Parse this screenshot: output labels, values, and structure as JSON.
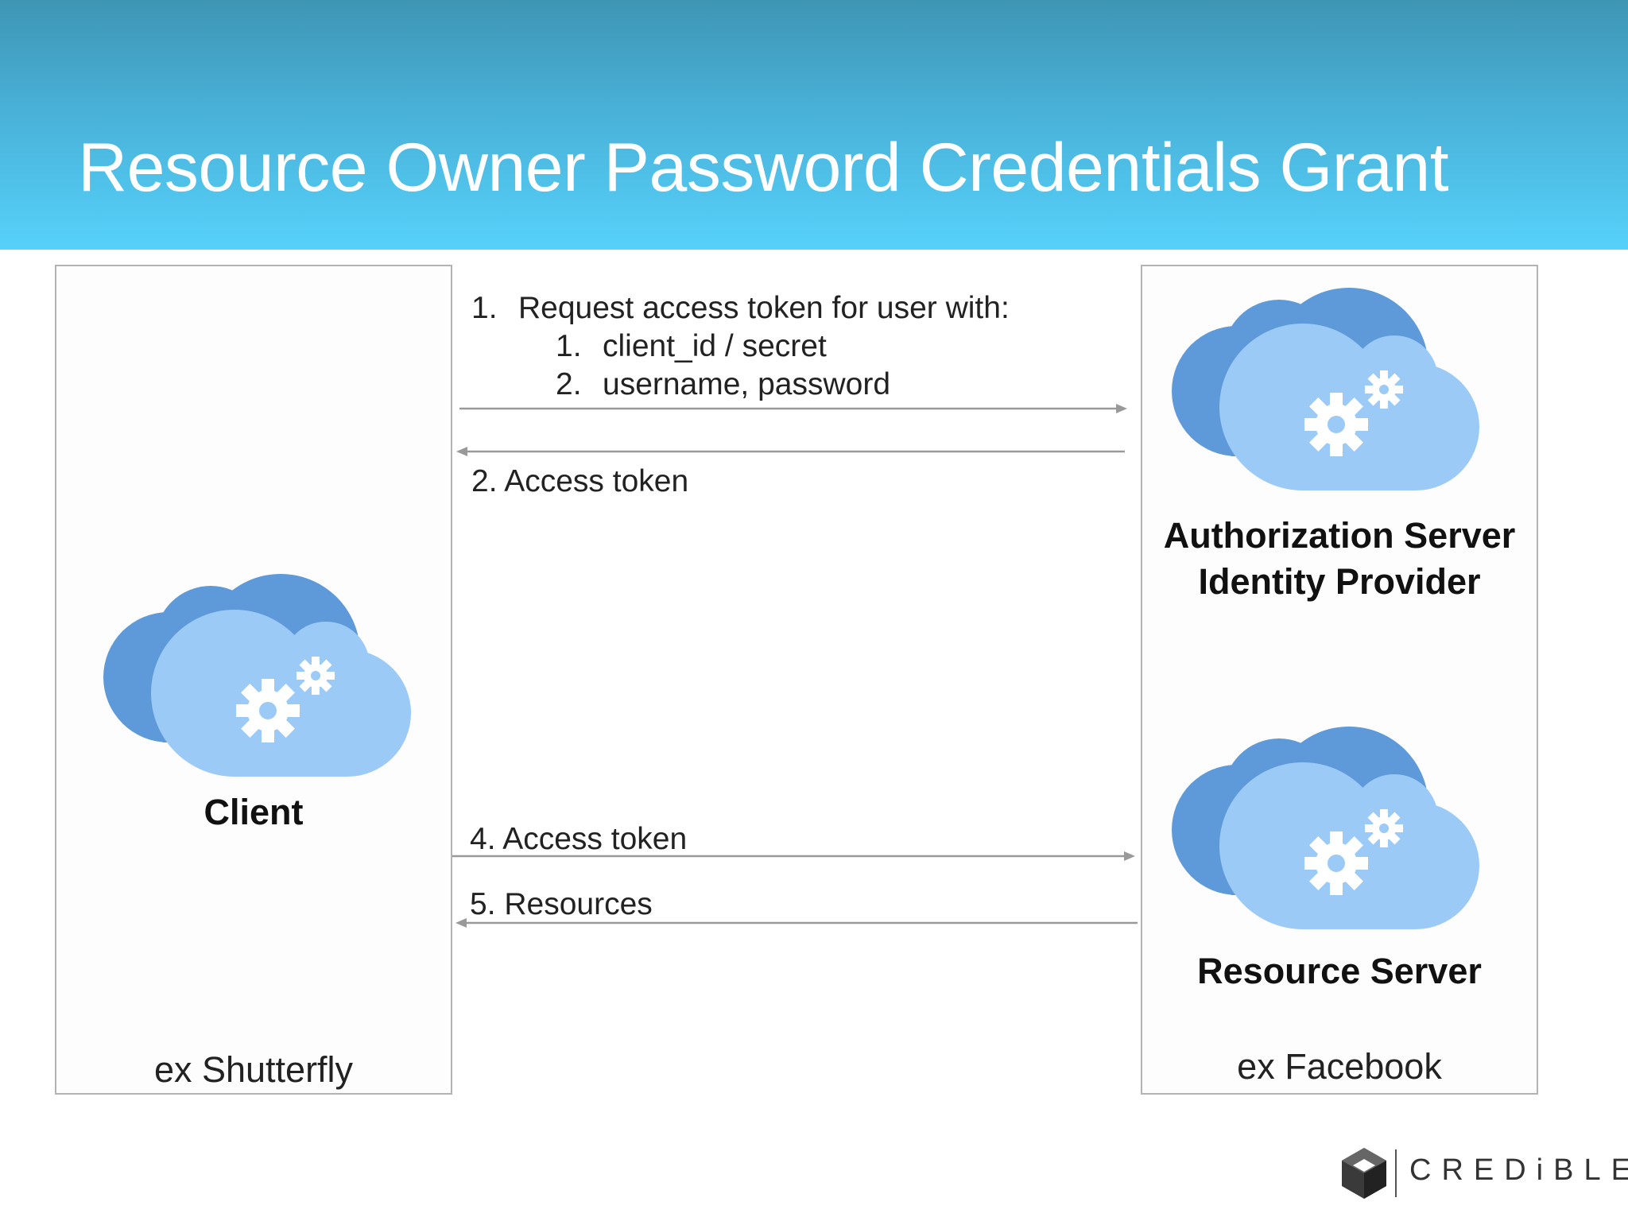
{
  "header": {
    "title": "Resource Owner Password Credentials Grant",
    "background_top": "#3e95b4",
    "background_bottom": "#56d1fa"
  },
  "client": {
    "name": "Client",
    "example": "ex Shutterfly",
    "icon": "cloud-gears-icon"
  },
  "auth_server": {
    "name_line1": "Authorization Server",
    "name_line2": "Identity Provider",
    "icon": "cloud-gears-icon"
  },
  "resource_server": {
    "name": "Resource Server",
    "example": "ex Facebook",
    "icon": "cloud-gears-icon"
  },
  "flow": {
    "step1": {
      "number": "1.",
      "text": "Request access token for user with:",
      "sub1_number": "1.",
      "sub1_text": "client_id / secret",
      "sub2_number": "2.",
      "sub2_text": "username, password"
    },
    "step2": "2. Access token",
    "step4": "4. Access token",
    "step5": "5. Resources"
  },
  "colors": {
    "cloud_back": "#5e9ad9",
    "cloud_front": "#9bcaf6",
    "gear": "#ffffff",
    "arrow": "#999999"
  },
  "logo": {
    "text": "CREDiBLE",
    "icon": "credible-diamond-logo"
  }
}
